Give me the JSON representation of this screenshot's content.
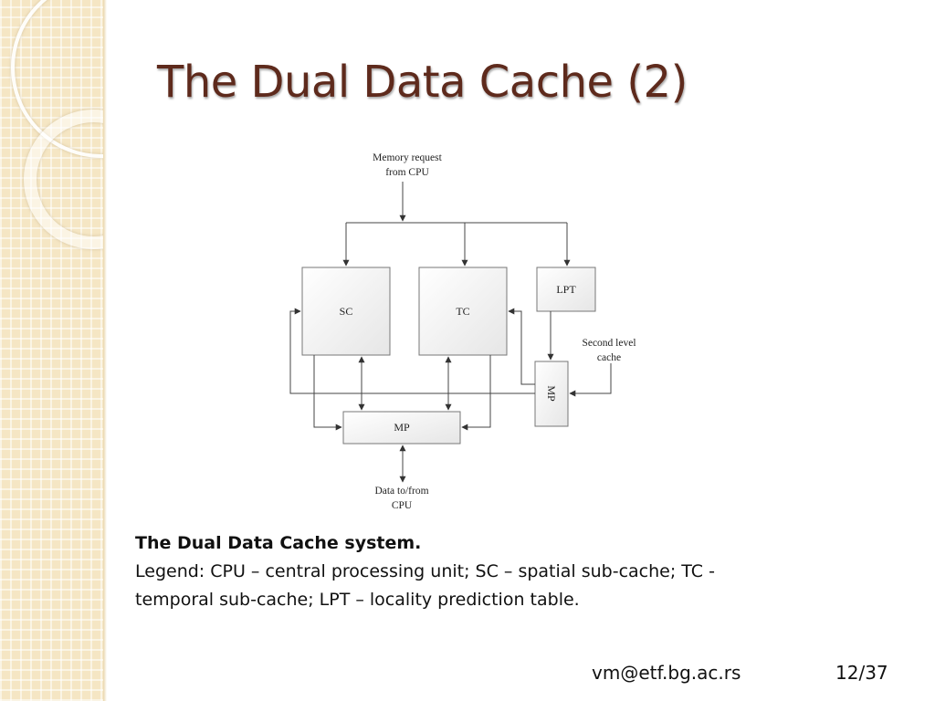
{
  "slide": {
    "title": "The Dual Data Cache (2)",
    "footer_email": "vm@etf.bg.ac.rs",
    "page_number": "12/37"
  },
  "diagram": {
    "memory_request_line1": "Memory request",
    "memory_request_line2": "from CPU",
    "sc_label": "SC",
    "tc_label": "TC",
    "lpt_label": "LPT",
    "mp_label": "MP",
    "mp2_label": "MP",
    "second_level_line1": "Second level",
    "second_level_line2": "cache",
    "data_line1": "Data to/from",
    "data_line2": "CPU"
  },
  "caption": {
    "title": "The Dual Data Cache system.",
    "legend_line1": "Legend: CPU – central processing unit; SC – spatial sub-cache; TC -",
    "legend_line2": "temporal sub-cache; LPT – locality prediction table."
  }
}
